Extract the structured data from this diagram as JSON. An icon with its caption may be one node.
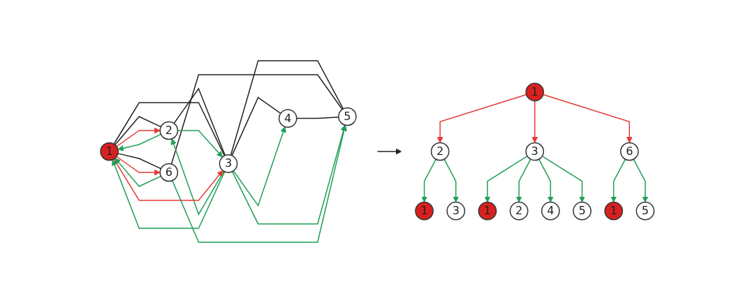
{
  "diagram": {
    "nodes": [
      {
        "text": [],
        "shape": "box"
      },
      {
        "text": [
          "1"
        ],
        "in": 0
      },
      {
        "text": [
          "2"
        ],
        "in": 0
      },
      {
        "text": [
          "3"
        ],
        "in": 0
      },
      {
        "text": [
          "4"
        ],
        "in": 0
      },
      {
        "text": [
          "5"
        ],
        "in": 0
      },
      {
        "text": [
          "6"
        ],
        "in": 0
      },
      {
        "text": [],
        "shape": "box"
      },
      {
        "text": [
          "1"
        ],
        "in": 7
      },
      {
        "text": [
          "2"
        ],
        "in": 7
      },
      {
        "text": [
          "3"
        ],
        "in": 7
      },
      {
        "text": [
          "6"
        ],
        "in": 7
      },
      {
        "text": [
          "1"
        ],
        "in": 7
      },
      {
        "text": [
          "3"
        ],
        "in": 7
      },
      {
        "text": [
          "1"
        ],
        "in": 7
      },
      {
        "text": [
          "2"
        ],
        "in": 7
      },
      {
        "text": [
          "4"
        ],
        "in": 7
      },
      {
        "text": [
          "5"
        ],
        "in": 7
      },
      {
        "text": [
          "1"
        ],
        "in": 7
      },
      {
        "text": [
          "5"
        ],
        "in": 7
      }
    ],
    "edges": [
      {
        "from": 1,
        "to": 2,
        "arrow": "none",
        "color": "#222222"
      },
      {
        "from": 2,
        "to": 3,
        "arrow": "none",
        "color": "#222222"
      },
      {
        "from": 1,
        "to": 3,
        "arrow": "none",
        "color": "#222222"
      },
      {
        "from": 1,
        "to": 6,
        "arrow": "none",
        "color": "#222222"
      },
      {
        "from": 3,
        "to": 4,
        "arrow": "none",
        "color": "#222222"
      },
      {
        "from": 3,
        "to": 5,
        "arrow": "none",
        "color": "#222222"
      },
      {
        "from": 6,
        "to": 5,
        "arrow": "none",
        "color": "#222222"
      },
      {
        "from": 4,
        "to": 5,
        "arrow": "none",
        "color": "#222222"
      },
      {
        "from": 1,
        "to": 2,
        "arrow": "to",
        "color": "#e53935"
      },
      {
        "from": 2,
        "to": 1,
        "arrow": "to",
        "color": "#1e9e55"
      },
      {
        "from": 2,
        "to": 3,
        "arrow": "to",
        "color": "#1e9e55"
      },
      {
        "from": 3,
        "to": 2,
        "arrow": "to",
        "color": "#1e9e55"
      },
      {
        "from": 3,
        "to": 1,
        "arrow": "to",
        "color": "#1e9e55"
      },
      {
        "from": 1,
        "to": 3,
        "arrow": "to",
        "color": "#e53935"
      },
      {
        "from": 1,
        "to": 6,
        "arrow": "to",
        "color": "#e53935"
      },
      {
        "from": 6,
        "to": 1,
        "arrow": "to",
        "color": "#1e9e55"
      },
      {
        "from": 3,
        "to": 4,
        "arrow": "to",
        "color": "#1e9e55"
      },
      {
        "from": 3,
        "to": 5,
        "arrow": "to",
        "color": "#1e9e55"
      },
      {
        "from": 6,
        "to": 5,
        "arrow": "to",
        "color": "#1e9e55"
      },
      {
        "from": 0,
        "to": 7,
        "arrow": "to",
        "color": "#222222"
      },
      {
        "from": 8,
        "to": 9,
        "arrow": "to",
        "color": "#e53935"
      },
      {
        "from": 8,
        "to": 10,
        "arrow": "to",
        "color": "#e53935"
      },
      {
        "from": 8,
        "to": 11,
        "arrow": "to",
        "color": "#e53935"
      },
      {
        "from": 9,
        "to": 12,
        "arrow": "to",
        "color": "#1e9e55"
      },
      {
        "from": 9,
        "to": 13,
        "arrow": "to",
        "color": "#1e9e55"
      },
      {
        "from": 10,
        "to": 14,
        "arrow": "to",
        "color": "#1e9e55"
      },
      {
        "from": 10,
        "to": 15,
        "arrow": "to",
        "color": "#1e9e55"
      },
      {
        "from": 10,
        "to": 16,
        "arrow": "to",
        "color": "#1e9e55"
      },
      {
        "from": 10,
        "to": 17,
        "arrow": "to",
        "color": "#1e9e55"
      },
      {
        "from": 11,
        "to": 18,
        "arrow": "to",
        "color": "#1e9e55"
      },
      {
        "from": 11,
        "to": 19,
        "arrow": "to",
        "color": "#1e9e55"
      }
    ]
  }
}
